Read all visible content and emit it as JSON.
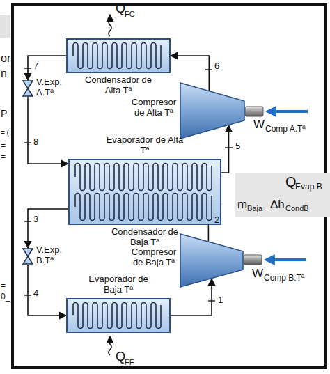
{
  "diagram": {
    "nodes": [
      {
        "text": [
          "Condensador de Alta Tª"
        ]
      },
      {
        "text": [
          "V.Exp. A.Tª"
        ]
      },
      {
        "text": [
          "Compresor de Alta Tª"
        ]
      },
      {
        "text": [
          "Evaporador de Alta Tª",
          "Condensador de Baja Tª"
        ]
      },
      {
        "text": [
          "Compresor de Baja Tª"
        ]
      },
      {
        "text": [
          "V.Exp. B.Tª"
        ]
      },
      {
        "text": [
          "Evaporador de Baja Tª"
        ]
      }
    ],
    "edges": [
      {
        "from": 2,
        "to": 0,
        "arrow": "to"
      },
      {
        "from": 0,
        "to": 1,
        "arrow": "to"
      },
      {
        "from": 1,
        "to": 3,
        "arrow": "to"
      },
      {
        "from": 3,
        "to": 2,
        "arrow": "to"
      },
      {
        "from": 4,
        "to": 3,
        "arrow": "to"
      },
      {
        "from": 3,
        "to": 5,
        "arrow": "to"
      },
      {
        "from": 5,
        "to": 6,
        "arrow": "to"
      },
      {
        "from": 6,
        "to": 4,
        "arrow": "to"
      }
    ],
    "labels": [
      "Q",
      "FC",
      "7",
      "6",
      "W",
      "Comp A.Tª",
      "8",
      "5",
      "Q",
      "Evap B",
      "m",
      "Baja",
      "Δh",
      "CondB",
      "3",
      "2",
      "W",
      "Comp B.Tª",
      "4",
      "1",
      "Q",
      "FF",
      "or",
      "n",
      "P",
      "= (",
      "=",
      "=",
      "=",
      "0_"
    ]
  }
}
